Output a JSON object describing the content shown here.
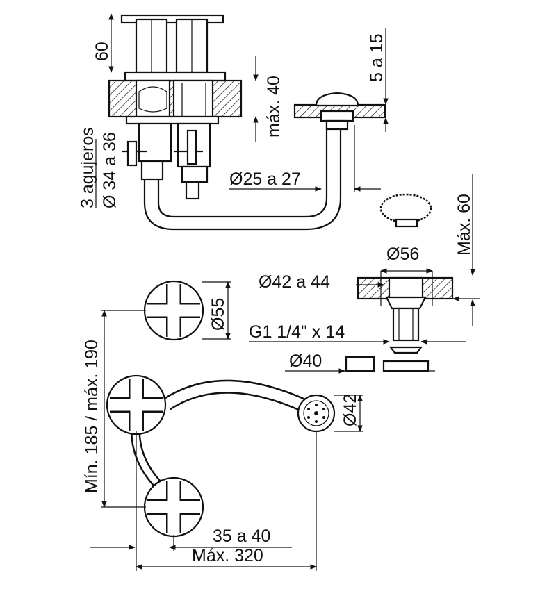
{
  "labels": {
    "dim_60_top": "60",
    "max_40": "máx. 40",
    "range_5_15": "5 a 15",
    "holes_line1": "3 agujeros",
    "holes_line2": "Ø 34 a 36",
    "dia_25_27": "Ø25 a 27",
    "max_60_right": "Máx. 60",
    "dia_56": "Ø56",
    "dia_42_44": "Ø42 a 44",
    "thread": "G1 1/4\" x 14",
    "dia_40": "Ø40",
    "dia_55": "Ø55",
    "min_max": "Mín. 185 / máx. 190",
    "dia_42": "Ø42",
    "range_35_40": "35 a 40",
    "max_320": "Máx. 320"
  }
}
